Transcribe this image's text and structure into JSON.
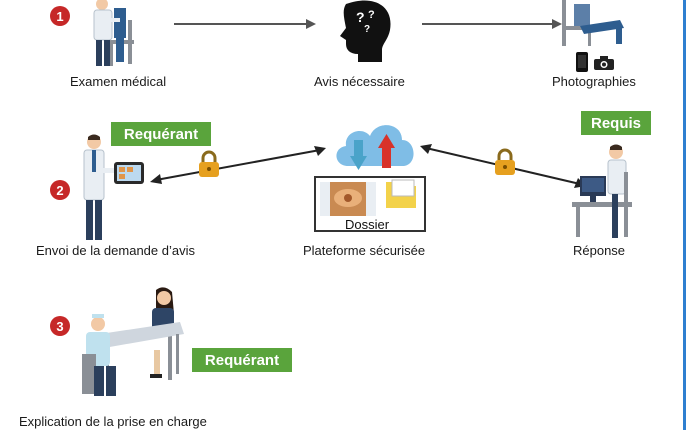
{
  "steps": [
    {
      "number": "1",
      "icon": "doctor-examining-patient-icon"
    },
    {
      "number": "2",
      "icon": "doctor-with-tablet-icon"
    },
    {
      "number": "3",
      "icon": "consultation-meeting-icon"
    }
  ],
  "labels": {
    "exam": "Examen médical",
    "opinion_needed": "Avis nécessaire",
    "photos": "Photographies",
    "request_sent": "Envoi de la demande d’avis",
    "platform": "Plateforme sécurisée",
    "response": "Réponse",
    "explanation": "Explication de la prise en charge",
    "dossier": "Dossier"
  },
  "roles": {
    "requester": "Requérant",
    "requested": "Requis"
  },
  "icons": {
    "thinking_head": "question-mark-head-icon",
    "camera": "camera-icon",
    "phone": "smartphone-icon",
    "cloud": "cloud-upload-download-icon",
    "lock": "padlock-icon",
    "folder": "folder-icon"
  },
  "colors": {
    "badge": "#c62828",
    "role_tag": "#5aa43c",
    "cloud": "#6fb2dd",
    "arrow_down": "#4aa3c9",
    "arrow_up": "#d8322a",
    "lock": "#e6a01f",
    "doctor_coat": "#e9eef3",
    "patient_blue": "#2e5d8f"
  }
}
